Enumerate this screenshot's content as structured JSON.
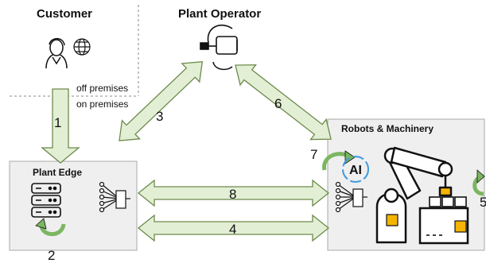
{
  "labels": {
    "customer": "Customer",
    "plant_operator": "Plant Operator",
    "off_premises": "off premises",
    "on_premises": "on premises",
    "plant_edge": "Plant Edge",
    "robots_machinery": "Robots & Machinery",
    "ai": "AI"
  },
  "arrows": {
    "a1": "1",
    "a2": "2",
    "a3": "3",
    "a4": "4",
    "a5": "5",
    "a6": "6",
    "a7": "7",
    "a8": "8"
  },
  "colors": {
    "arrow_fill": "#e2efd5",
    "arrow_stroke": "#6d8a4c",
    "box_fill": "#efefef",
    "box_stroke": "#a8a8a8",
    "icon_orange": "#f5b400",
    "ai_blue": "#3d9be0",
    "curl_green": "#7bb661",
    "ink": "#111111"
  }
}
